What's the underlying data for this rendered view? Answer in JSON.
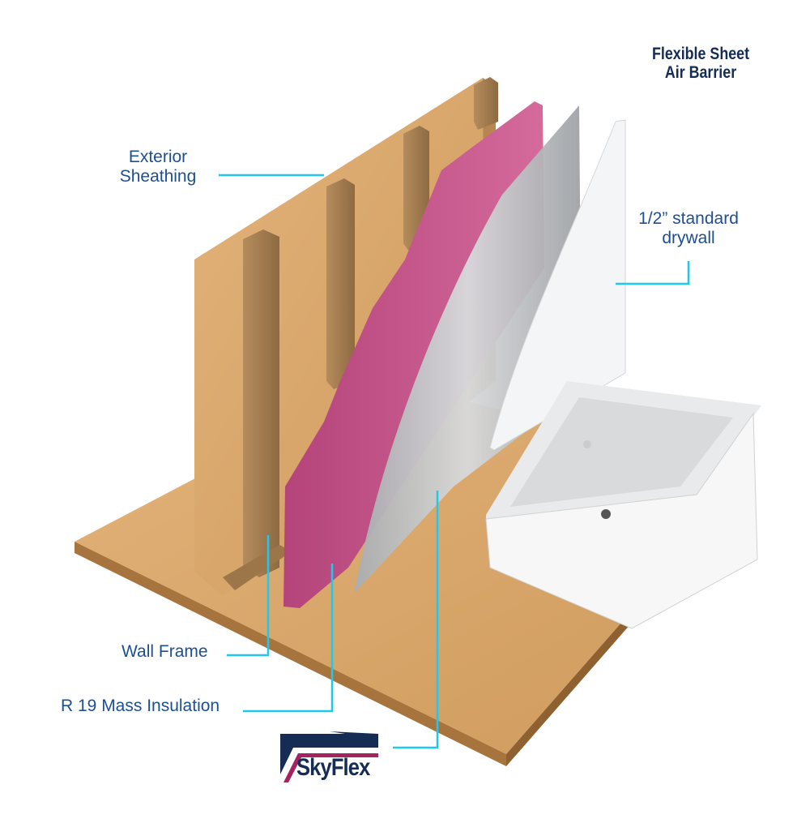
{
  "title": {
    "line1": "Flexible Sheet",
    "line2": "Air Barrier"
  },
  "labels": {
    "exterior_sheathing": {
      "line1": "Exterior",
      "line2": "Sheathing"
    },
    "drywall": {
      "line1": "1/2” standard",
      "line2": "drywall"
    },
    "wall_frame": "Wall Frame",
    "insulation": "R 19 Mass Insulation"
  },
  "logo": {
    "text": "SkyFlex"
  },
  "colors": {
    "label": "#1d4f93",
    "leader": "#1ec8f0",
    "logo_navy": "#152d55",
    "logo_magenta": "#a3245f"
  }
}
